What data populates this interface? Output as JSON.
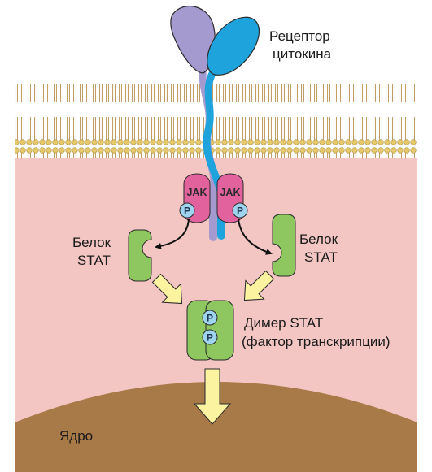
{
  "labels": {
    "receptor_line1": "Рецептор",
    "receptor_line2": "цитокина",
    "jak_left": "JAK",
    "jak_right": "JAK",
    "phospho": "P",
    "stat_left_line1": "Белок",
    "stat_left_line2": "STAT",
    "stat_right_line1": "Белок",
    "stat_right_line2": "STAT",
    "dimer_line1": "Димер STAT",
    "dimer_line2": "(фактор транскрипции)",
    "nucleus": "Ядро"
  },
  "colors": {
    "cytoplasm": "#f3c6c3",
    "membrane_head": "#e6c96a",
    "membrane_tail": "#b58c4a",
    "nucleus": "#a87a48",
    "receptor_purple": "#a49ad0",
    "receptor_blue": "#1fa3dc",
    "jak_pink": "#e2629e",
    "phosphate": "#9fd4ef",
    "stat_green": "#8ec760",
    "arrow_yellow": "#fbf3a0"
  }
}
